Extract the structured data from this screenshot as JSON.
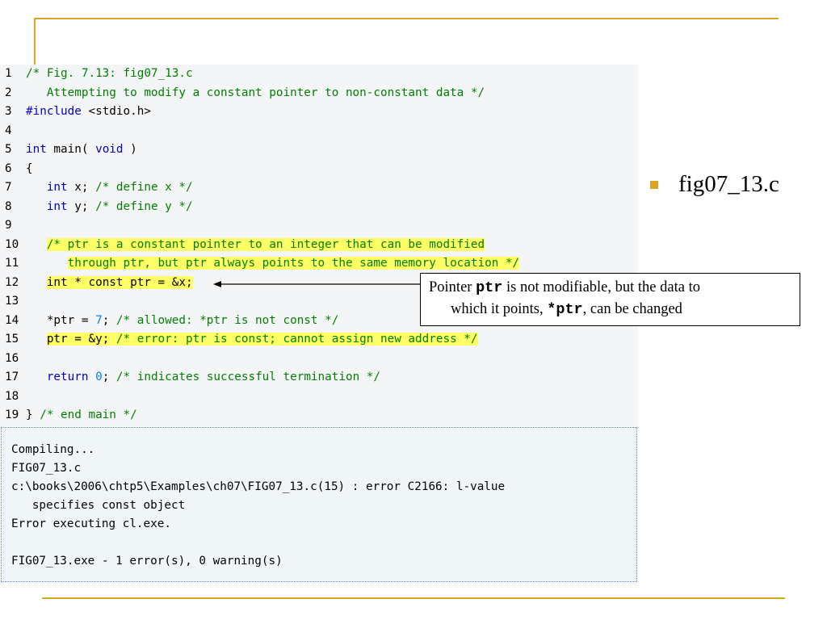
{
  "code_lines": [
    {
      "n": "1",
      "parts": [
        {
          "t": "/* Fig. 7.13: fig07_13.c",
          "c": "cm"
        }
      ]
    },
    {
      "n": "2",
      "parts": [
        {
          "t": "   Attempting to modify a constant pointer to non-constant data */",
          "c": "cm"
        }
      ]
    },
    {
      "n": "3",
      "parts": [
        {
          "t": "#include",
          "c": "kw"
        },
        {
          "t": " <stdio.h>",
          "c": "txt"
        }
      ]
    },
    {
      "n": "4",
      "parts": []
    },
    {
      "n": "5",
      "parts": [
        {
          "t": "int",
          "c": "kw"
        },
        {
          "t": " main( ",
          "c": "txt"
        },
        {
          "t": "void",
          "c": "kw"
        },
        {
          "t": " )",
          "c": "txt"
        }
      ]
    },
    {
      "n": "6",
      "parts": [
        {
          "t": "{",
          "c": "txt"
        }
      ]
    },
    {
      "n": "7",
      "parts": [
        {
          "t": "   ",
          "c": "txt"
        },
        {
          "t": "int",
          "c": "kw"
        },
        {
          "t": " x; ",
          "c": "txt"
        },
        {
          "t": "/* define x */",
          "c": "cm"
        }
      ]
    },
    {
      "n": "8",
      "parts": [
        {
          "t": "   ",
          "c": "txt"
        },
        {
          "t": "int",
          "c": "kw"
        },
        {
          "t": " y; ",
          "c": "txt"
        },
        {
          "t": "/* define y */",
          "c": "cm"
        }
      ]
    },
    {
      "n": "9",
      "parts": []
    },
    {
      "n": "10",
      "parts": [
        {
          "t": "   ",
          "c": "txt"
        },
        {
          "t": "/* ptr is a constant pointer to an integer that can be modified",
          "c": "cm hl"
        }
      ]
    },
    {
      "n": "11",
      "parts": [
        {
          "t": "      ",
          "c": "txt"
        },
        {
          "t": "through ptr, but ptr always points to the same memory location */",
          "c": "cm hl"
        }
      ]
    },
    {
      "n": "12",
      "parts": [
        {
          "t": "   ",
          "c": "txt"
        },
        {
          "t": "int * const ptr = &x;",
          "c": "txt hl"
        }
      ]
    },
    {
      "n": "13",
      "parts": []
    },
    {
      "n": "14",
      "parts": [
        {
          "t": "   *ptr = ",
          "c": "txt"
        },
        {
          "t": "7",
          "c": "num"
        },
        {
          "t": "; ",
          "c": "txt"
        },
        {
          "t": "/* allowed: *ptr is not const */",
          "c": "cm"
        }
      ]
    },
    {
      "n": "15",
      "parts": [
        {
          "t": "   ",
          "c": "txt"
        },
        {
          "t": "ptr = &y; ",
          "c": "txt hl"
        },
        {
          "t": "/* error: ptr is const; cannot assign new address */",
          "c": "cm hl"
        }
      ]
    },
    {
      "n": "16",
      "parts": []
    },
    {
      "n": "17",
      "parts": [
        {
          "t": "   ",
          "c": "txt"
        },
        {
          "t": "return",
          "c": "kw"
        },
        {
          "t": " ",
          "c": "txt"
        },
        {
          "t": "0",
          "c": "num"
        },
        {
          "t": "; ",
          "c": "txt"
        },
        {
          "t": "/* indicates successful termination */",
          "c": "cm"
        }
      ]
    },
    {
      "n": "18",
      "parts": []
    },
    {
      "n": "19",
      "parts": [
        {
          "t": "} ",
          "c": "txt"
        },
        {
          "t": "/* end main */",
          "c": "cm"
        }
      ]
    }
  ],
  "output_lines": [
    "Compiling...",
    "FIG07_13.c",
    "c:\\books\\2006\\chtp5\\Examples\\ch07\\FIG07_13.c(15) : error C2166: l-value",
    "   specifies const object",
    "Error executing cl.exe.",
    "",
    "FIG07_13.exe - 1 error(s), 0 warning(s)"
  ],
  "bullet": {
    "text": "fig07_13.c"
  },
  "callout": {
    "t1": "Pointer ",
    "c1": "ptr",
    "t2": " is not modifiable, but the data to",
    "t3": "which it points, ",
    "c2": "*ptr",
    "t4": ", can be changed"
  },
  "colors": {
    "accent": "#DAA520",
    "keyword": "#0000c8",
    "comment": "#008000",
    "number": "#0080ff",
    "highlight": "#ffff66"
  }
}
